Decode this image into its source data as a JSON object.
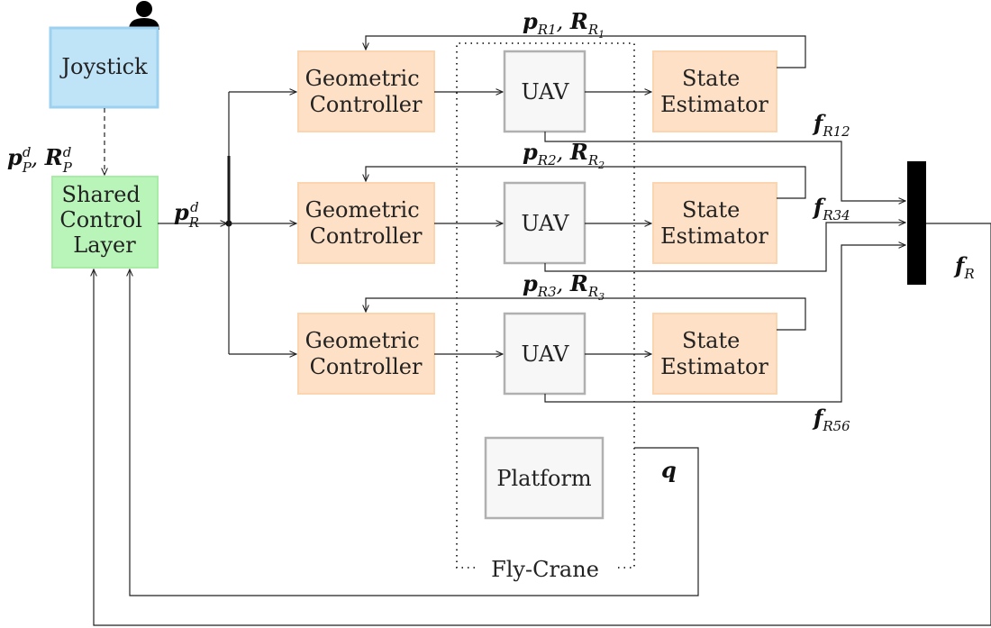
{
  "blocks": {
    "joystick": "Joystick",
    "shared_control": [
      "Shared",
      "Control",
      "Layer"
    ],
    "controller": [
      "Geometric",
      "Controller"
    ],
    "uav": "UAV",
    "estimator": [
      "State",
      "Estimator"
    ],
    "platform": "Platform",
    "fly_crane": "Fly-Crane"
  },
  "signals": {
    "joystick_out": {
      "p": "p",
      "p_sub": "P",
      "p_sup": "d",
      "R": "R",
      "R_sub": "P",
      "R_sup": "d"
    },
    "shared_out": {
      "p": "p",
      "p_sub": "R",
      "p_sup": "d"
    },
    "feedback": [
      {
        "p": "p",
        "p_sub": "R1",
        "R": "R",
        "R_sub": "R",
        "R_subsub": "1"
      },
      {
        "p": "p",
        "p_sub": "R2",
        "R": "R",
        "R_sub": "R",
        "R_subsub": "2"
      },
      {
        "p": "p",
        "p_sub": "R3",
        "R": "R",
        "R_sub": "R",
        "R_subsub": "3"
      }
    ],
    "forces": [
      {
        "f": "f",
        "sub": "R12"
      },
      {
        "f": "f",
        "sub": "R34"
      },
      {
        "f": "f",
        "sub": "R56"
      }
    ],
    "f_total": {
      "f": "f",
      "sub": "R"
    },
    "q": "q"
  },
  "colors": {
    "joystick_fill": "#bfe3f7",
    "joystick_stroke": "#9cd2f0",
    "shared_fill": "#b9f5b9",
    "shared_stroke": "#a8eca8",
    "controller_fill": "#fde0c5",
    "controller_stroke": "#fbd4b0",
    "uav_fill": "#f7f7f7",
    "uav_stroke": "#b0b0b0",
    "mux": "#000000"
  }
}
